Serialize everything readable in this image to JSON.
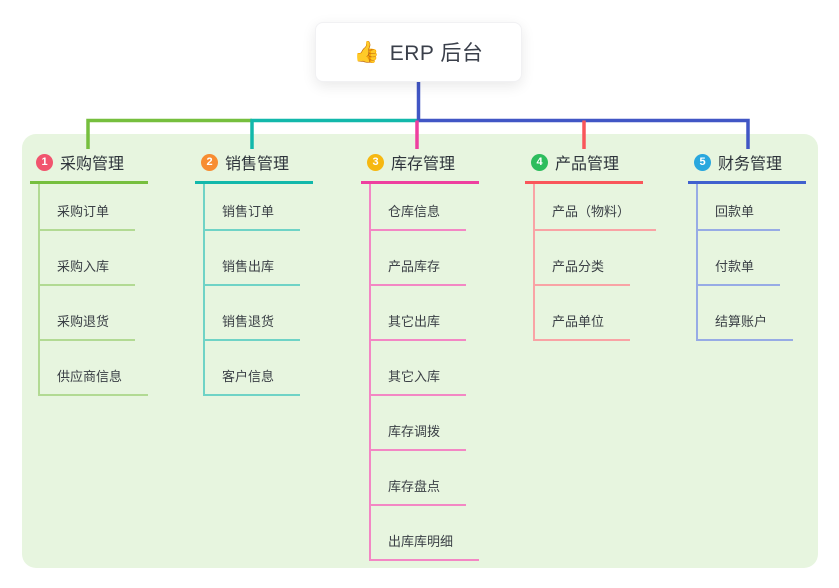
{
  "root": {
    "icon": "👍",
    "icon_name": "thumbs-up-icon",
    "title": "ERP 后台"
  },
  "colors": {
    "panel_bg": "#e7f5df",
    "root_line": "#4156c5"
  },
  "branches": [
    {
      "num": "1",
      "label": "采购管理",
      "badge_color": "#f1546e",
      "main_color": "#76bf3e",
      "light_color": "#b2da93",
      "children": [
        "采购订单",
        "采购入库",
        "采购退货",
        "供应商信息"
      ]
    },
    {
      "num": "2",
      "label": "销售管理",
      "badge_color": "#f78d32",
      "main_color": "#12b8ab",
      "light_color": "#6fd3c6",
      "children": [
        "销售订单",
        "销售出库",
        "销售退货",
        "客户信息"
      ]
    },
    {
      "num": "3",
      "label": "库存管理",
      "badge_color": "#f6b811",
      "main_color": "#ee3f9f",
      "light_color": "#f387c4",
      "children": [
        "仓库信息",
        "产品库存",
        "其它出库",
        "其它入库",
        "库存调拨",
        "库存盘点",
        "出库库明细"
      ]
    },
    {
      "num": "4",
      "label": "产品管理",
      "badge_color": "#2dbd5d",
      "main_color": "#f9565a",
      "light_color": "#f9a3a5",
      "children": [
        "产品（物料）",
        "产品分类",
        "产品单位"
      ]
    },
    {
      "num": "5",
      "label": "财务管理",
      "badge_color": "#29a7de",
      "main_color": "#4061ce",
      "light_color": "#97abe5",
      "children": [
        "回款单",
        "付款单",
        "结算账户"
      ]
    }
  ]
}
